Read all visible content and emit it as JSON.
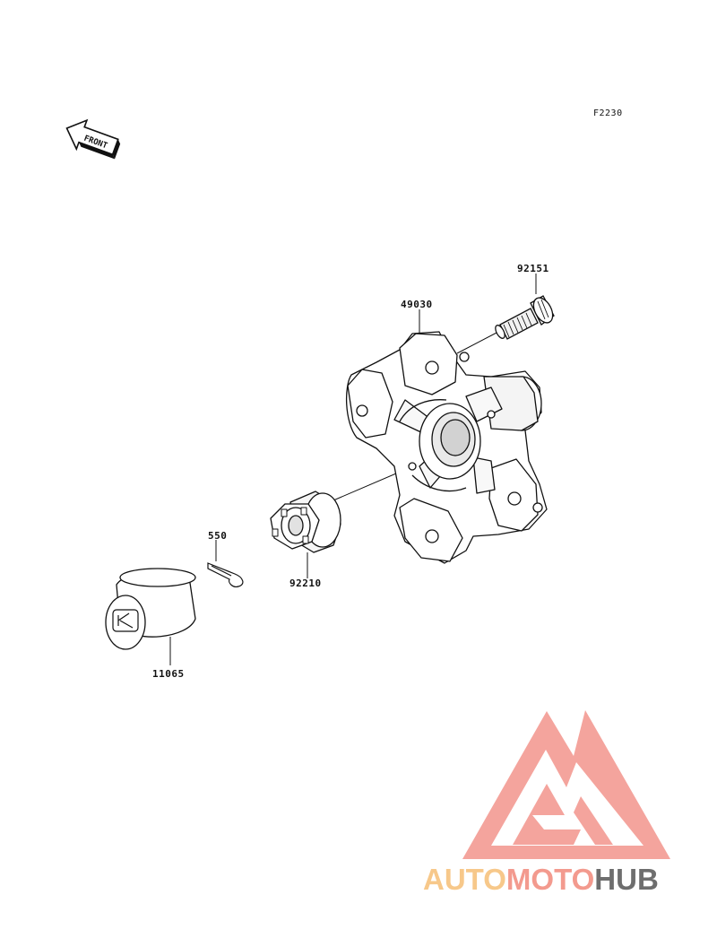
{
  "figure_code": "F2230",
  "front_label": "FRONT",
  "parts": [
    {
      "id": "hub",
      "number": "49030"
    },
    {
      "id": "bolt",
      "number": "92151"
    },
    {
      "id": "nut",
      "number": "92210"
    },
    {
      "id": "cotter_pin",
      "number": "550"
    },
    {
      "id": "cap",
      "number": "11065"
    }
  ],
  "watermark": {
    "word_part_1": "AUTO",
    "word_part_2": "MOTO",
    "word_part_3": "HUB",
    "colors": {
      "part_1": "#f7c88a",
      "part_2": "#f39a8e",
      "part_3": "#6e6e6e",
      "logo": "#f39a92"
    }
  }
}
